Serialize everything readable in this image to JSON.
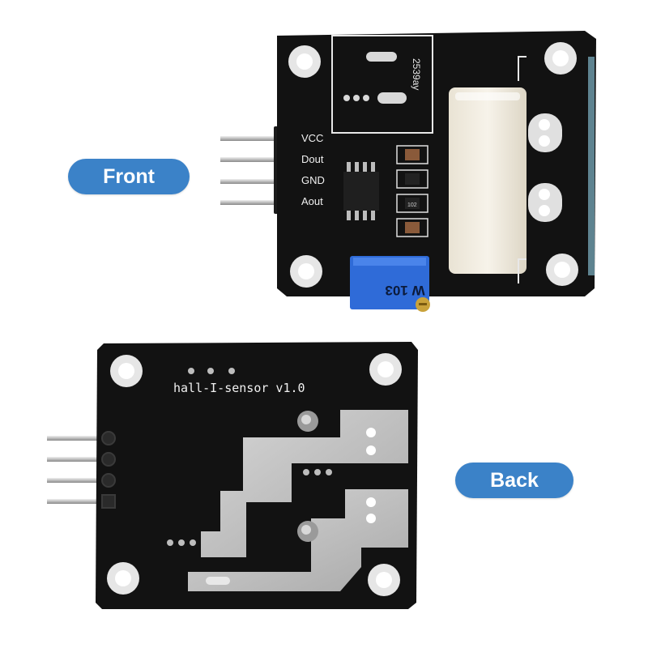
{
  "labels": {
    "front": "Front",
    "back": "Back"
  },
  "front_board": {
    "pins": [
      "VCC",
      "Dout",
      "GND",
      "Aout"
    ],
    "chip_marking": "2539ay",
    "potentiometer_marking": "W 103",
    "resistor_marking": "102"
  },
  "back_board": {
    "silkscreen": "hall-I-sensor v1.0"
  },
  "colors": {
    "label_background": "#3b82c8",
    "label_text": "#ffffff",
    "pcb": "#111111",
    "trace": "#c8c8c8",
    "potentiometer": "#2f6bd8",
    "sensor_body": "#f3eee2"
  }
}
